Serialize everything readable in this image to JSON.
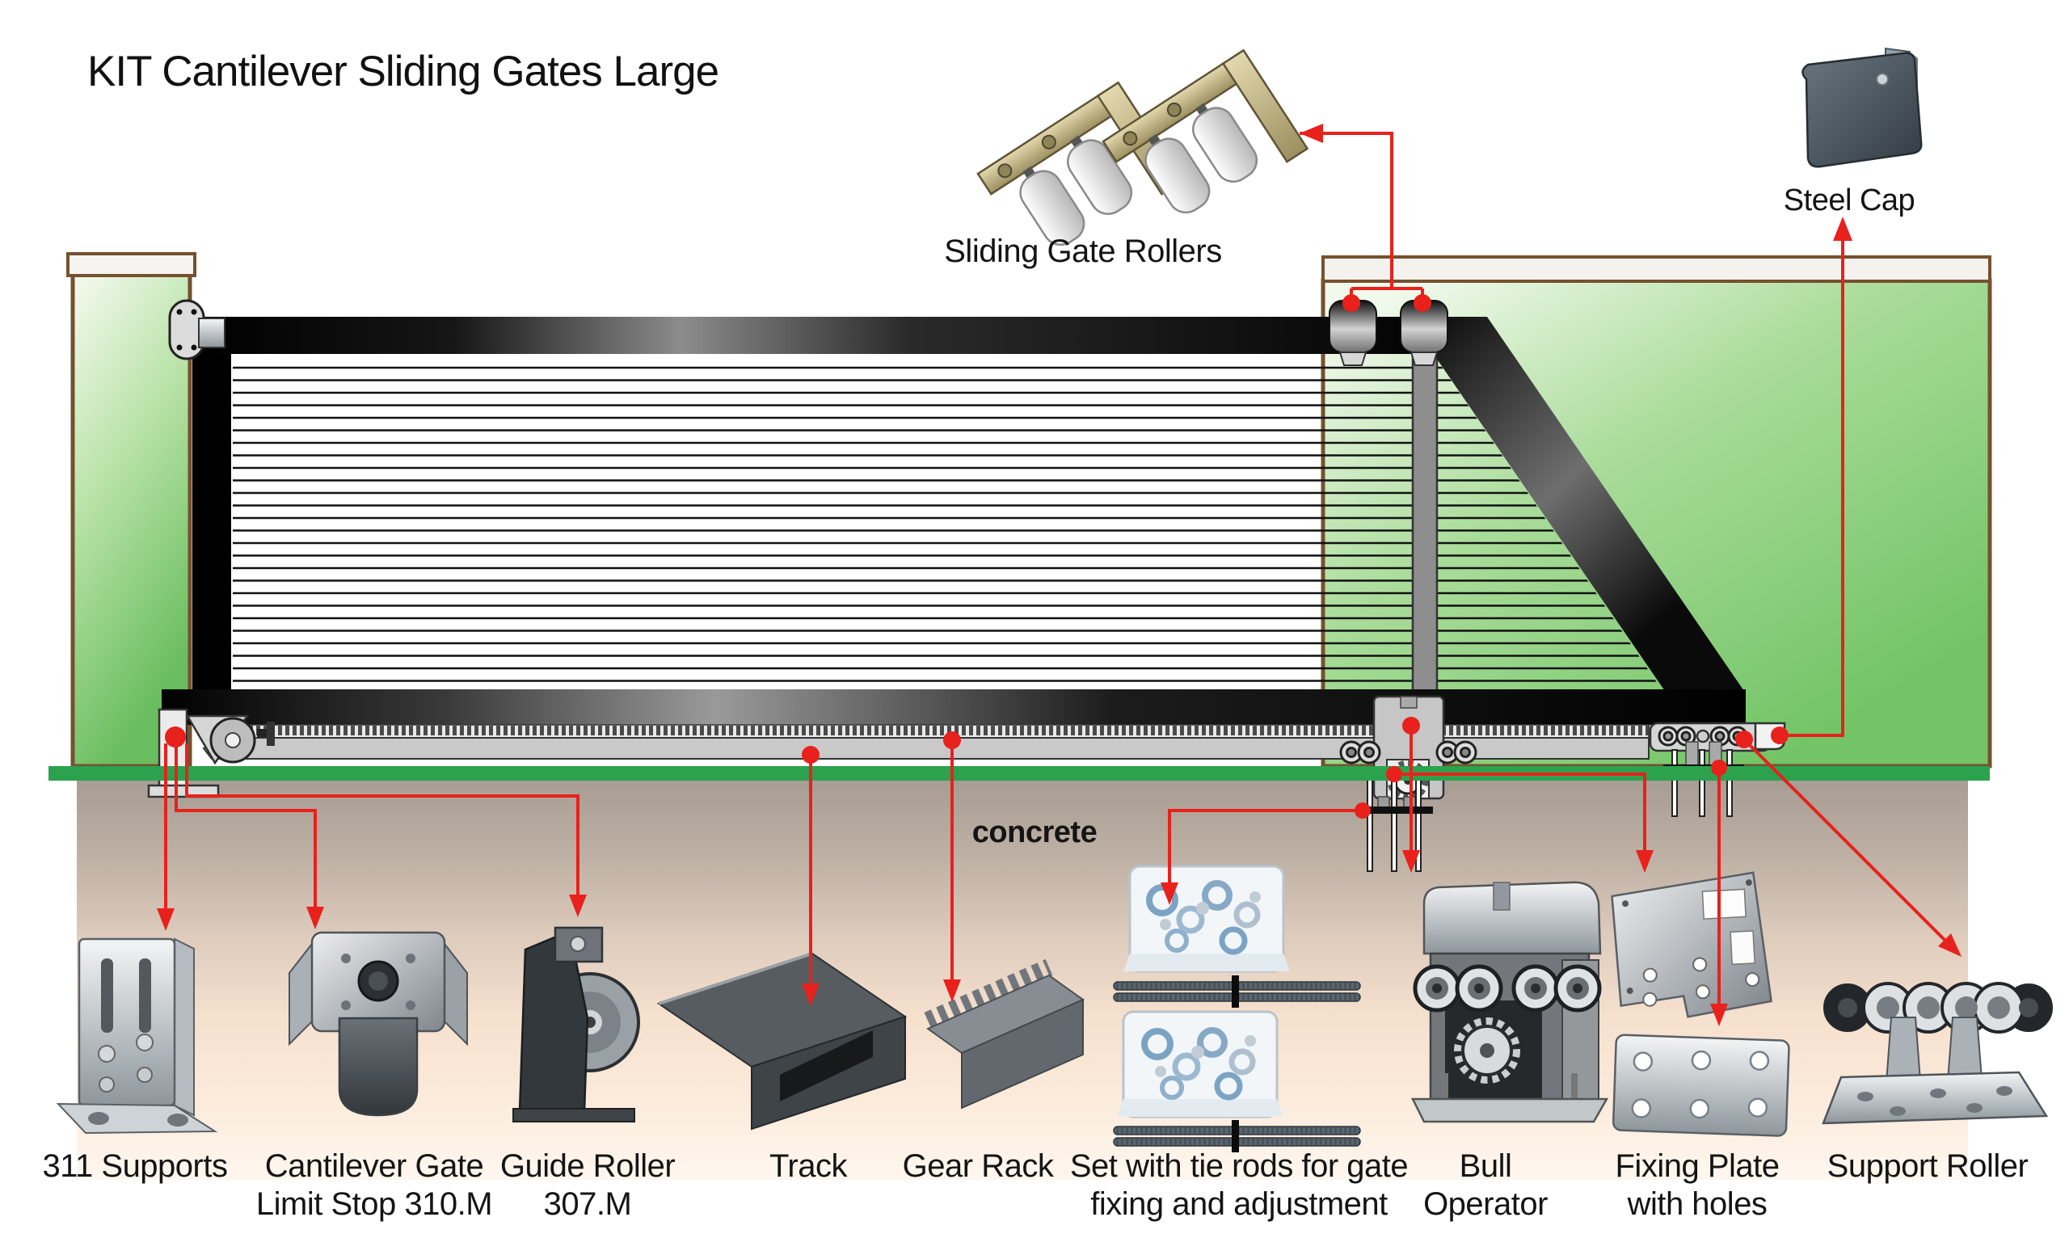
{
  "title": "KIT Cantilever Sliding Gates Large",
  "callouts": {
    "sliding_gate_rollers": "Sliding Gate Rollers",
    "steel_cap": "Steel Cap"
  },
  "diagram": {
    "ground_label": "concrete"
  },
  "parts": [
    {
      "id": "supports-311",
      "label": "311 Supports"
    },
    {
      "id": "limit-stop",
      "label": "Cantilever Gate\nLimit Stop 310.M"
    },
    {
      "id": "guide-roller",
      "label": "Guide Roller\n307.M"
    },
    {
      "id": "track",
      "label": "Track"
    },
    {
      "id": "gear-rack",
      "label": "Gear Rack"
    },
    {
      "id": "tie-rod-set",
      "label": "Set with tie rods for gate\nfixing and adjustment"
    },
    {
      "id": "bull-operator",
      "label": "Bull\nOperator"
    },
    {
      "id": "fixing-plate",
      "label": "Fixing Plate\nwith holes"
    },
    {
      "id": "support-roller",
      "label": "Support Roller"
    }
  ],
  "colors": {
    "accent_red": "#e8211c",
    "wall_green": "#7cc96f",
    "ground_green": "#2ca24f",
    "border_brown": "#75512e",
    "frame_black": "#000000"
  }
}
